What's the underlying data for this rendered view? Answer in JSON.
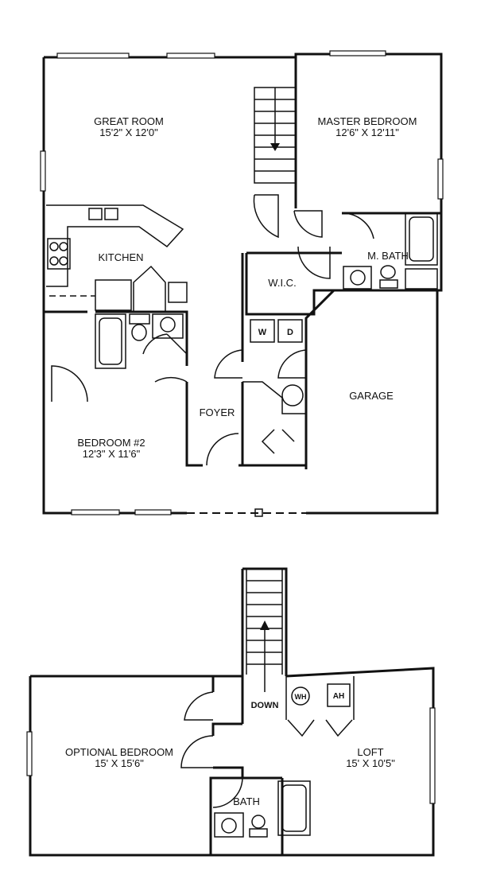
{
  "first_floor": {
    "great_room": {
      "name": "GREAT ROOM",
      "size": "15'2\" X 12'0\""
    },
    "master_bedroom": {
      "name": "MASTER BEDROOM",
      "size": "12'6\" X 12'11\""
    },
    "kitchen": {
      "name": "KITCHEN"
    },
    "master_bath": {
      "name": "M. BATH"
    },
    "wic": {
      "name": "W.I.C."
    },
    "washer": "W",
    "dryer": "D",
    "garage": {
      "name": "GARAGE"
    },
    "foyer": {
      "name": "FOYER"
    },
    "bedroom2": {
      "name": "BEDROOM #2",
      "size": "12'3\" X 11'6\""
    }
  },
  "second_floor": {
    "optional_bedroom": {
      "name": "OPTIONAL BEDROOM",
      "size": "15' X 15'6\""
    },
    "loft": {
      "name": "LOFT",
      "size": "15' X 10'5\""
    },
    "bath": {
      "name": "BATH"
    },
    "stair_label": "DOWN",
    "water_heater": "WH",
    "air_handler": "AH"
  }
}
